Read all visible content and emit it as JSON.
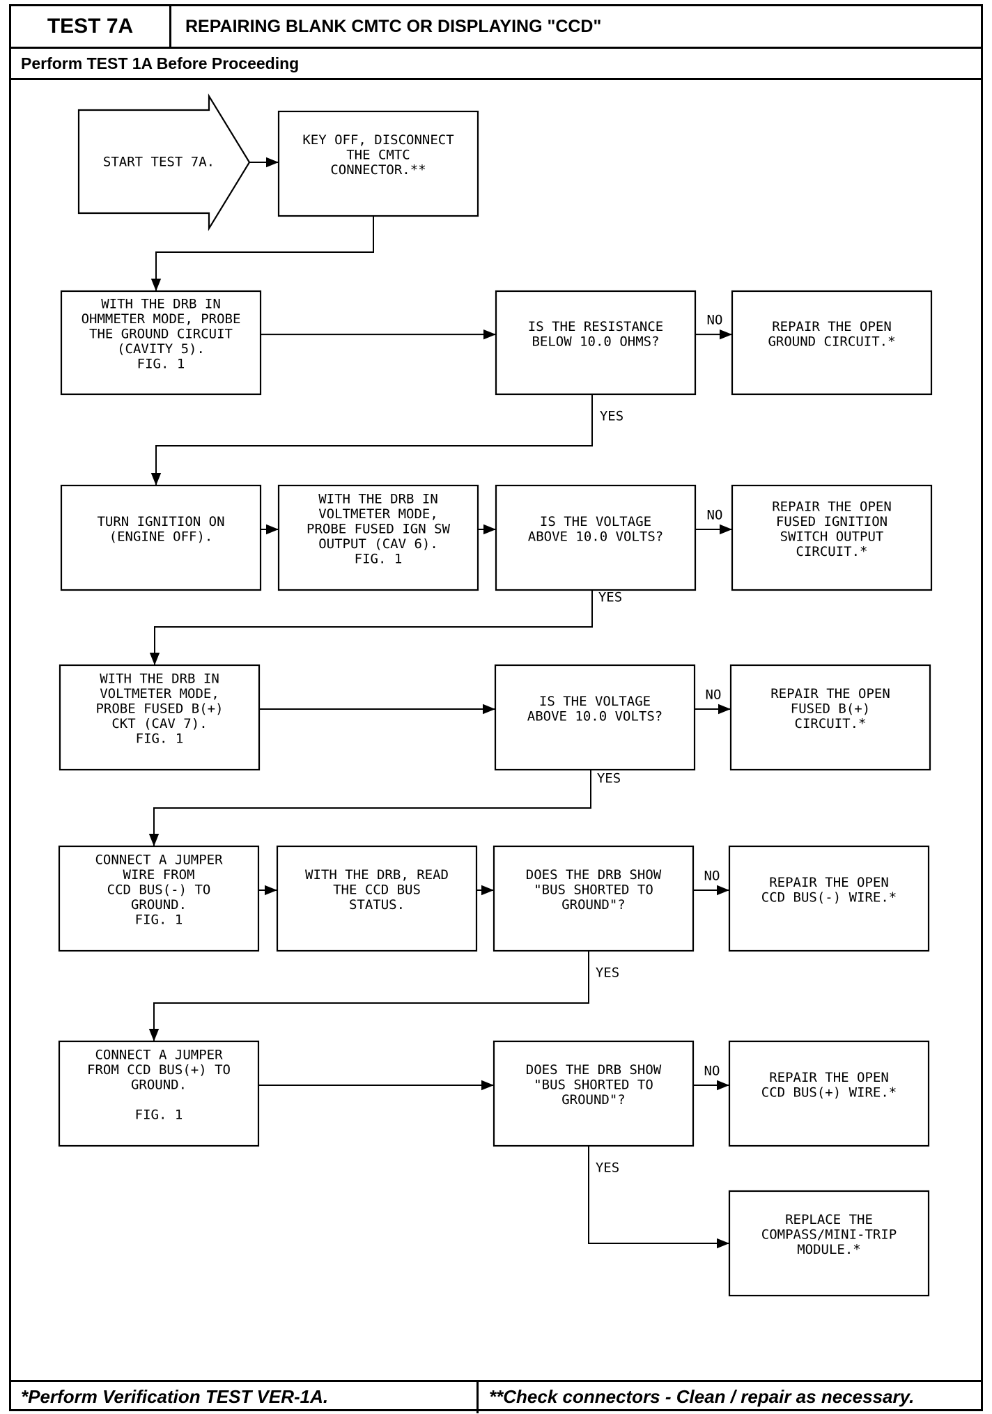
{
  "header": {
    "test_id": "TEST 7A",
    "title": "REPAIRING BLANK CMTC OR DISPLAYING \"CCD\"",
    "subtitle": "Perform TEST 1A Before Proceeding"
  },
  "footer": {
    "left_note": "*Perform Verification TEST VER-1A.",
    "right_note": "**Check connectors - Clean / repair as necessary."
  },
  "flow": {
    "start": [
      "START TEST 7A."
    ],
    "step1": [
      "KEY OFF, DISCONNECT",
      "THE CMTC",
      "CONNECTOR.**"
    ],
    "step2": [
      "WITH THE DRB IN",
      "OHMMETER MODE, PROBE",
      "THE GROUND CIRCUIT",
      "(CAVITY 5).",
      "FIG. 1"
    ],
    "q1": [
      "IS THE RESISTANCE",
      "BELOW 10.0 OHMS?"
    ],
    "r1": [
      "REPAIR THE OPEN",
      "GROUND CIRCUIT.*"
    ],
    "step3": [
      "TURN IGNITION ON",
      "(ENGINE OFF)."
    ],
    "step4": [
      "WITH THE DRB IN",
      "VOLTMETER MODE,",
      "PROBE FUSED IGN SW",
      "OUTPUT (CAV 6).",
      "FIG. 1"
    ],
    "q2": [
      "IS THE VOLTAGE",
      "ABOVE 10.0 VOLTS?"
    ],
    "r2": [
      "REPAIR THE OPEN",
      "FUSED IGNITION",
      "SWITCH OUTPUT",
      "CIRCUIT.*"
    ],
    "step5": [
      "WITH THE DRB IN",
      "VOLTMETER MODE,",
      "PROBE FUSED B(+)",
      "CKT (CAV 7).",
      "FIG. 1"
    ],
    "q3": [
      "IS THE VOLTAGE",
      "ABOVE 10.0 VOLTS?"
    ],
    "r3": [
      "REPAIR THE OPEN",
      "FUSED B(+)",
      "CIRCUIT.*"
    ],
    "step6": [
      "CONNECT A JUMPER",
      "WIRE FROM",
      "CCD BUS(-) TO",
      "GROUND.",
      "FIG. 1"
    ],
    "step7": [
      "WITH THE DRB, READ",
      "THE CCD BUS",
      "STATUS."
    ],
    "q4": [
      "DOES THE DRB SHOW",
      "\"BUS SHORTED TO",
      "GROUND\"?"
    ],
    "r4": [
      "REPAIR THE OPEN",
      "CCD BUS(-) WIRE.*"
    ],
    "step8": [
      "CONNECT A JUMPER",
      "FROM CCD BUS(+) TO",
      "GROUND.",
      "",
      "FIG. 1"
    ],
    "q5": [
      "DOES THE DRB SHOW",
      "\"BUS SHORTED TO",
      "GROUND\"?"
    ],
    "r5": [
      "REPAIR THE OPEN",
      "CCD BUS(+) WIRE.*"
    ],
    "r6": [
      "REPLACE THE",
      "COMPASS/MINI-TRIP",
      "MODULE.*"
    ],
    "labels": {
      "no": "NO",
      "yes": "YES"
    }
  }
}
